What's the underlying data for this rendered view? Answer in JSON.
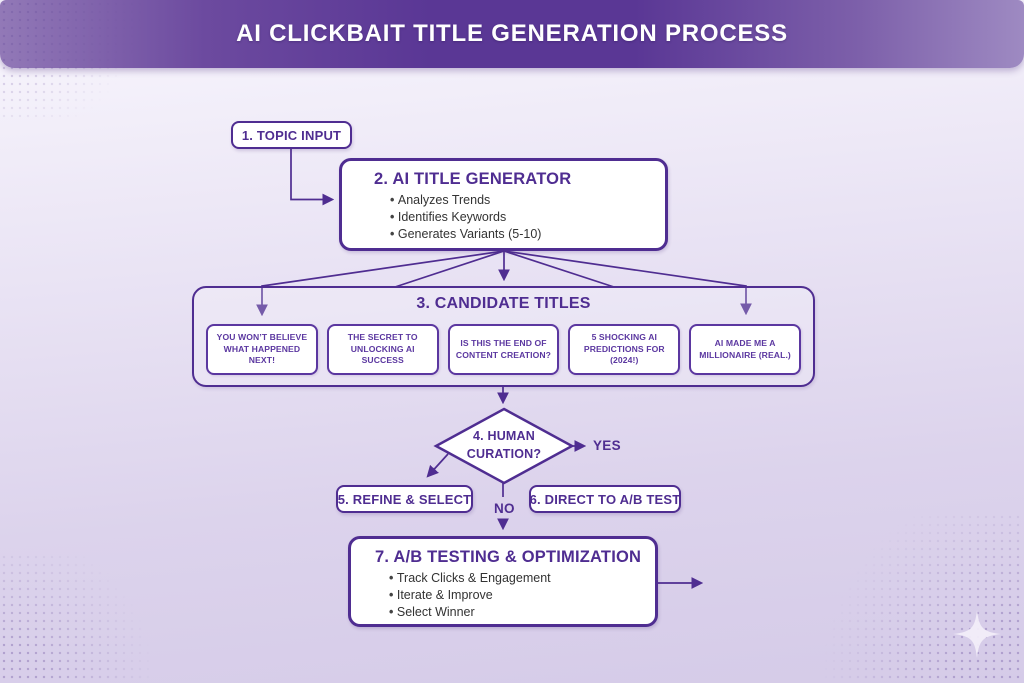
{
  "header": {
    "title": "AI CLICKBAIT TITLE GENERATION PROCESS"
  },
  "flowchart": {
    "nodes": {
      "topic_input": {
        "label": "1. TOPIC INPUT"
      },
      "ai_title_generator": {
        "title": "2. AI TITLE GENERATOR",
        "bullets": [
          "Analyzes Trends",
          "Identifies Keywords",
          "Generates Variants (5-10)"
        ]
      },
      "candidate_titles": {
        "title": "3. CANDIDATE TITLES",
        "titles": [
          "YOU WON’T BELIEVE WHAT HAPPENED NEXT!",
          "THE SECRET TO UNLOCKING AI SUCCESS",
          "IS THIS THE END OF CONTENT CREATION?",
          "5 SHOCKING AI PREDICTIONS FOR (2024!)",
          "AI MADE ME A MILLIONAIRE (REAL.)"
        ]
      },
      "human_curation": {
        "label": "4. HUMAN CURATION?"
      },
      "refine_select": {
        "label": "5. REFINE & SELECT"
      },
      "direct_ab_test": {
        "label": "6. DIRECT TO A/B TEST"
      },
      "ab_testing": {
        "title": "7. A/B TESTING & OPTIMIZATION",
        "bullets": [
          "Track Clicks & Engagement",
          "Iterate & Improve",
          "Select Winner"
        ]
      }
    },
    "edge_labels": {
      "yes": "YES",
      "no": "NO"
    }
  },
  "colors": {
    "accent_purple": "#4f2d91",
    "header_dark": "#5a3795",
    "header_light": "#9279b7",
    "background_light": "#f5f2fb",
    "background_dark": "#d5cbe8",
    "box_fill": "#ffffff",
    "bullet_text": "#333333"
  },
  "icons": {
    "sparkle": "four-point-star"
  }
}
